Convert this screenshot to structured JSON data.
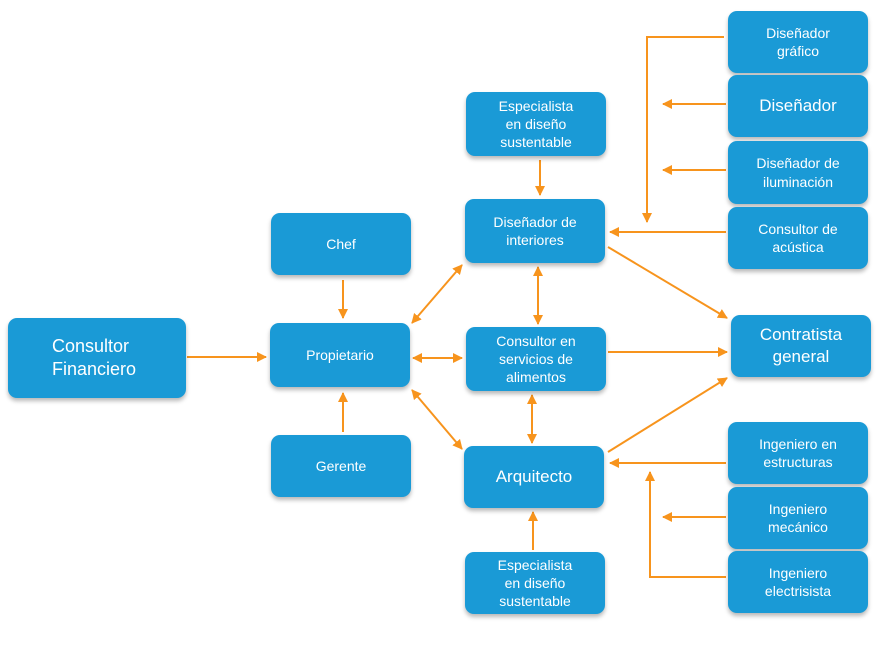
{
  "colors": {
    "box": "#1a9ad6",
    "box_text": "#ffffff",
    "arrow": "#f7941d",
    "background": "#ffffff"
  },
  "nodes": {
    "consultor_financiero": "Consultor\nFinanciero",
    "chef": "Chef",
    "propietario": "Propietario",
    "gerente": "Gerente",
    "especialista_top": "Especialista\nen diseño\nsustentable",
    "disenador_interiores": "Diseñador de\ninteriores",
    "consultor_alimentos": "Consultor en\nservicios de\nalimentos",
    "arquitecto": "Arquitecto",
    "especialista_bottom": "Especialista\nen diseño\nsustentable",
    "disenador_grafico": "Diseñador\ngráfico",
    "disenador": "Diseñador",
    "disenador_iluminacion": "Diseñador de\niluminación",
    "consultor_acustica": "Consultor de\nacústica",
    "contratista_general": "Contratista\ngeneral",
    "ingeniero_estructuras": "Ingeniero en\nestructuras",
    "ingeniero_mecanico": "Ingeniero\nmecánico",
    "ingeniero_electrisista": "Ingeniero\nelectrisista"
  }
}
